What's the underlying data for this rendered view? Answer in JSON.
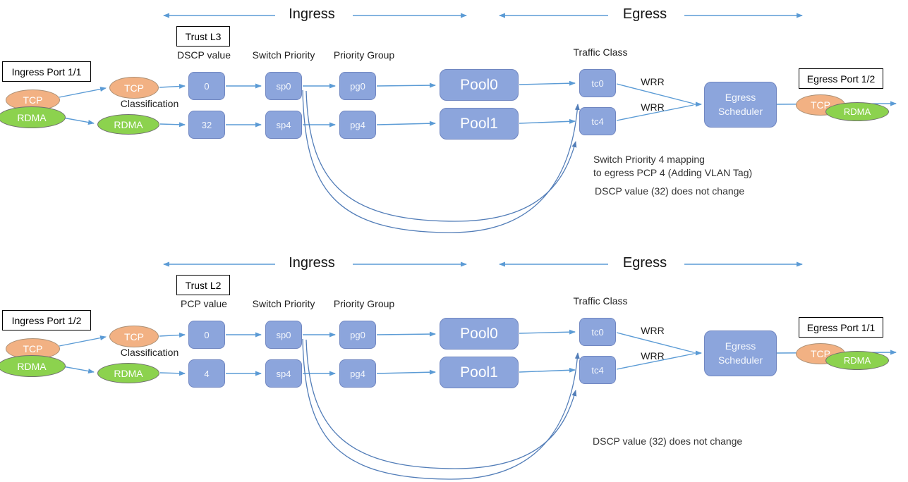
{
  "colors": {
    "arrow": "#5B9BD5",
    "curve": "#527DB8",
    "node_fill": "#8CA5DC",
    "node_border": "#7187C1",
    "tcp_fill": "#F2B183",
    "tcp_border": "#AD9176",
    "rdma_fill": "#8CD24E",
    "rdma_border": "#707070",
    "port_box_border": "#000000"
  },
  "diagrams": [
    {
      "ingress_header": "Ingress",
      "egress_header": "Egress",
      "trust": "Trust L3",
      "value_label": "DSCP value",
      "switch_priority_label": "Switch Priority",
      "priority_group_label": "Priority Group",
      "traffic_class_label": "Traffic Class",
      "ingress_port": "Ingress Port 1/1",
      "port_flows": [
        "TCP",
        "RDMA"
      ],
      "classification_label": "Classification",
      "classified_flows": [
        "TCP",
        "RDMA"
      ],
      "values": [
        "0",
        "32"
      ],
      "switch_priorities": [
        "sp0",
        "sp4"
      ],
      "priority_groups": [
        "pg0",
        "pg4"
      ],
      "pools": [
        "Pool0",
        "Pool1"
      ],
      "traffic_classes": [
        "tc0",
        "tc4"
      ],
      "wrr": [
        "WRR",
        "WRR"
      ],
      "scheduler": "Egress Scheduler",
      "egress_port": "Egress Port 1/2",
      "egress_flows": [
        "TCP",
        "RDMA"
      ],
      "notes": [
        "Switch Priority 4 mapping",
        "to egress PCP 4 (Adding VLAN Tag)",
        "DSCP value (32) does not change"
      ]
    },
    {
      "ingress_header": "Ingress",
      "egress_header": "Egress",
      "trust": "Trust L2",
      "value_label": "PCP value",
      "switch_priority_label": "Switch Priority",
      "priority_group_label": "Priority Group",
      "traffic_class_label": "Traffic Class",
      "ingress_port": "Ingress Port 1/2",
      "port_flows": [
        "TCP",
        "RDMA"
      ],
      "classification_label": "Classification",
      "classified_flows": [
        "TCP",
        "RDMA"
      ],
      "values": [
        "0",
        "4"
      ],
      "switch_priorities": [
        "sp0",
        "sp4"
      ],
      "priority_groups": [
        "pg0",
        "pg4"
      ],
      "pools": [
        "Pool0",
        "Pool1"
      ],
      "traffic_classes": [
        "tc0",
        "tc4"
      ],
      "wrr": [
        "WRR",
        "WRR"
      ],
      "scheduler": "Egress Scheduler",
      "egress_port": "Egress Port 1/1",
      "egress_flows": [
        "TCP",
        "RDMA"
      ],
      "notes": [
        "DSCP value (32) does not change"
      ]
    }
  ]
}
